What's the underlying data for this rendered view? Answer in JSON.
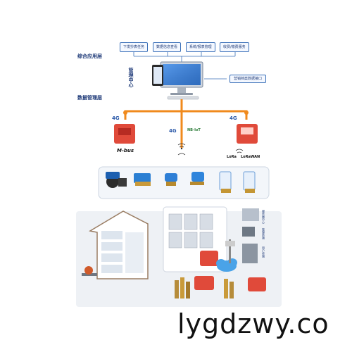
{
  "layers": {
    "application": "综合应用层",
    "management": "管理中心",
    "data": "数据管理层"
  },
  "top_buttons": [
    "下发抄表任务",
    "数据信息查看",
    "系统/报表管理",
    "收费/缴费服务"
  ],
  "marketing_link": "营销档案数据接口",
  "network": {
    "label_4g_left": "4G",
    "label_4g_center": "4G",
    "label_4g_right": "4G",
    "nbiot": "NB-IoT",
    "mbus": "M-bus",
    "lora": "LoRa",
    "lorawan": "LoRaWAN"
  },
  "right_panel": {
    "items": [
      "服务器中心",
      "管理终端",
      "用户终端"
    ]
  },
  "watermark": "lygdzwy.co"
}
